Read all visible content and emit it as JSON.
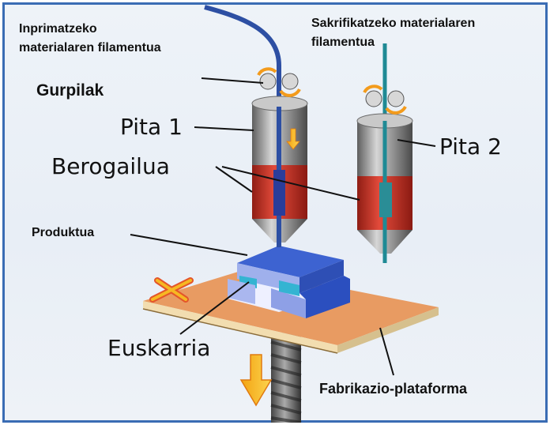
{
  "labels": {
    "filament_print_line1": "Inprimatzeko",
    "filament_print_line2": "materialaren filamentua",
    "filament_sacrificial_line1": "Sakrifikatzeko materialaren",
    "filament_sacrificial_line2": "filamentua",
    "wheels": "Gurpilak",
    "nozzle1": "Pita 1",
    "nozzle2": "Pita 2",
    "heater": "Berogailua",
    "product": "Produktua",
    "support": "Euskarria",
    "platform": "Fabrikazio-plataforma"
  },
  "colors": {
    "print_filament": "#2d4fa3",
    "sacrificial_filament": "#1f8a95",
    "heater": "#d9362a",
    "product": "#8c9fe0",
    "support_block": "#2e59c8",
    "platform": "#e39a5e",
    "arrow": "#f6b822"
  },
  "icons": {
    "arrow_down": "arrow-down-icon",
    "cross_mark": "x-mark-icon",
    "rollers": "roller-icon"
  }
}
